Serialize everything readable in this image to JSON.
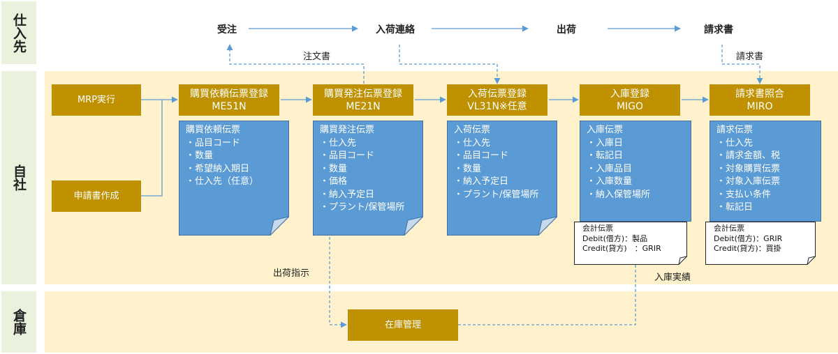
{
  "lanes": {
    "supplier": "仕入先",
    "company": "自社",
    "warehouse": "倉庫"
  },
  "supplier_flow": {
    "order": "受注",
    "arrival_notice": "入荷連絡",
    "shipment": "出荷",
    "invoice": "請求書"
  },
  "annotations": {
    "purchase_order": "注文書",
    "invoice_doc": "請求書",
    "shipping_instruction": "出荷指示",
    "receipt_result": "入庫実績"
  },
  "steps": {
    "mrp": "MRP実行",
    "application": "申請書作成",
    "me51n": {
      "title": "購買依頼伝票登録",
      "code": "ME51N"
    },
    "me21n": {
      "title": "購買発注伝票登録",
      "code": "ME21N"
    },
    "vl31n": {
      "title": "入荷伝票登録",
      "code": "VL31N※任意"
    },
    "migo": {
      "title": "入庫登録",
      "code": "MIGO"
    },
    "miro": {
      "title": "請求書照合",
      "code": "MIRO"
    },
    "inventory": "在庫管理"
  },
  "docs": {
    "requisition": {
      "title": "購買依頼伝票",
      "items": [
        "・品目コード",
        "・数量",
        "・希望納入期日",
        "・仕入先（任意）"
      ]
    },
    "purchase_order": {
      "title": "購買発注伝票",
      "items": [
        "・仕入先",
        "・品目コード",
        "・数量",
        "・価格",
        "・納入予定日",
        "・プラント/保管場所"
      ]
    },
    "inbound_delivery": {
      "title": "入荷伝票",
      "items": [
        "・仕入先",
        "・品目コード",
        "・数量",
        "・納入予定日",
        "・プラント/保管場所"
      ]
    },
    "goods_receipt": {
      "title": "入庫伝票",
      "items": [
        "・入庫日",
        "・転記日",
        "・入庫品目",
        "・入庫数量",
        "・納入保管場所"
      ]
    },
    "invoice": {
      "title": "請求伝票",
      "items": [
        "・仕入先",
        "・請求金額、税",
        "・対象購買伝票",
        "・対象入庫伝票",
        "・支払い条件",
        "・転記日"
      ]
    }
  },
  "accounting": {
    "migo": {
      "title": "会計伝票",
      "debit": "Debit(借方)：製品",
      "credit": "Credit(貸方)　：GRIR"
    },
    "miro": {
      "title": "会計伝票",
      "debit": "Debit(借方)：GRIR",
      "credit": "Credit(貸方)：買掛"
    }
  },
  "colors": {
    "gold": "#bf9000",
    "doc_blue": "#5b9bd5",
    "arrow_blue": "#5b9bd5",
    "lane_green": "#eaf1dd",
    "lane_yellow": "#fff2cc"
  }
}
